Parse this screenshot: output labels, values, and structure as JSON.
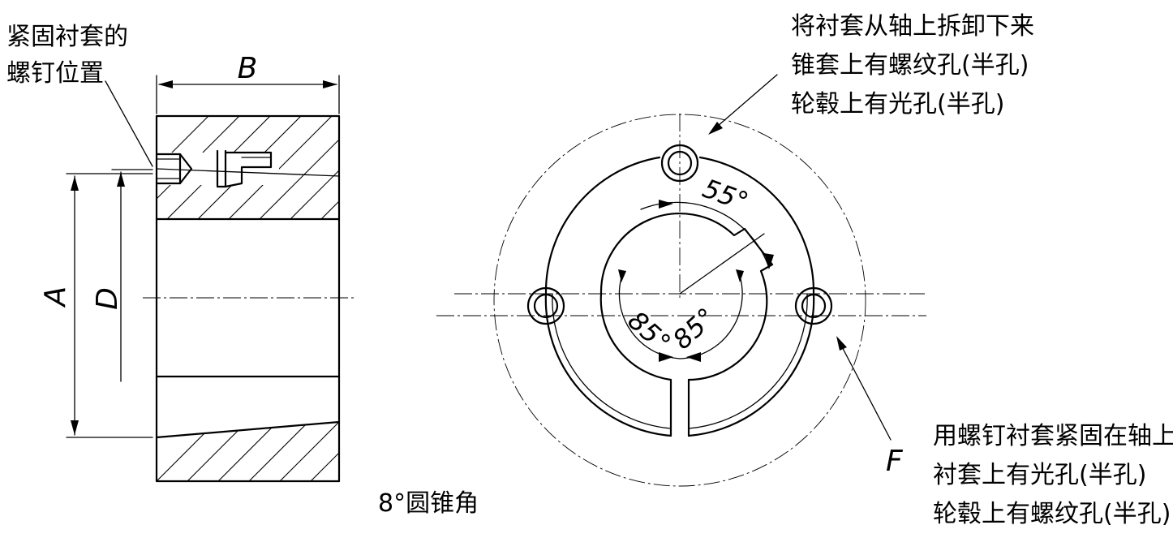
{
  "left_view": {
    "callout_screw": [
      "紧固衬套的",
      "螺钉位置"
    ],
    "dim_B": "B",
    "dim_A": "A",
    "dim_D": "D",
    "taper_note": "8°圆锥角"
  },
  "right_view": {
    "removal_note": [
      "将衬套从轴上拆卸下来",
      "锥套上有螺纹孔(半孔)",
      "轮毂上有光孔(半孔)"
    ],
    "fasten_note": [
      "用螺钉衬套紧固在轴上",
      "衬套上有光孔(半孔)",
      "轮毂上有螺纹孔(半孔)"
    ],
    "label_F": "F",
    "angle_top": "55°",
    "angle_left": "85°",
    "angle_right": "85°"
  }
}
